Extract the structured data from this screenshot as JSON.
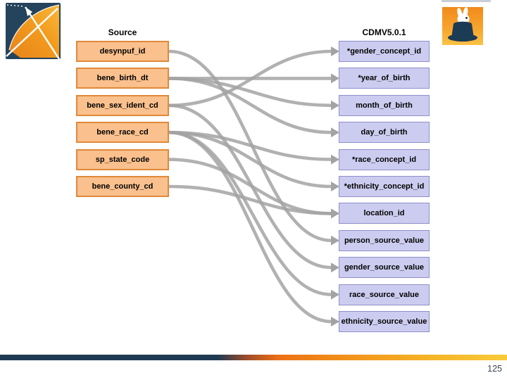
{
  "page": {
    "number": "125"
  },
  "slide": {
    "diagram": {
      "source": {
        "header": "Source",
        "fields": [
          "desynpuf_id",
          "bene_birth_dt",
          "bene_sex_ident_cd",
          "bene_race_cd",
          "sp_state_code",
          "bene_county_cd"
        ]
      },
      "target": {
        "header": "CDMV5.0.1",
        "fields": [
          "*gender_concept_id",
          "*year_of_birth",
          "month_of_birth",
          "day_of_birth",
          "*race_concept_id",
          "*ethnicity_concept_id",
          "location_id",
          "person_source_value",
          "gender_source_value",
          "race_source_value",
          "ethnicity_source_value"
        ]
      },
      "connections": [
        {
          "from": "desynpuf_id",
          "to": "person_source_value"
        },
        {
          "from": "bene_birth_dt",
          "to": "*year_of_birth"
        },
        {
          "from": "bene_birth_dt",
          "to": "month_of_birth"
        },
        {
          "from": "bene_birth_dt",
          "to": "day_of_birth"
        },
        {
          "from": "bene_sex_ident_cd",
          "to": "*gender_concept_id"
        },
        {
          "from": "bene_sex_ident_cd",
          "to": "gender_source_value"
        },
        {
          "from": "bene_race_cd",
          "to": "*race_concept_id"
        },
        {
          "from": "bene_race_cd",
          "to": "*ethnicity_concept_id"
        },
        {
          "from": "bene_race_cd",
          "to": "race_source_value"
        },
        {
          "from": "bene_race_cd",
          "to": "ethnicity_source_value"
        },
        {
          "from": "sp_state_code",
          "to": "location_id"
        },
        {
          "from": "bene_county_cd",
          "to": "location_id"
        }
      ],
      "colors": {
        "source_box_fill": "#FAC08D",
        "source_box_border": "#E0893A",
        "target_box_fill": "#CCCCF0",
        "target_box_border": "#8E8ECC",
        "arrow": "#A3A3A3",
        "footer_navy": "#1F3A52",
        "footer_orange": "#ED7016",
        "footer_gold": "#F8CB3A"
      }
    },
    "logos": {
      "left": "compass-x-logo",
      "right": "rabbit-in-hat-logo"
    }
  }
}
